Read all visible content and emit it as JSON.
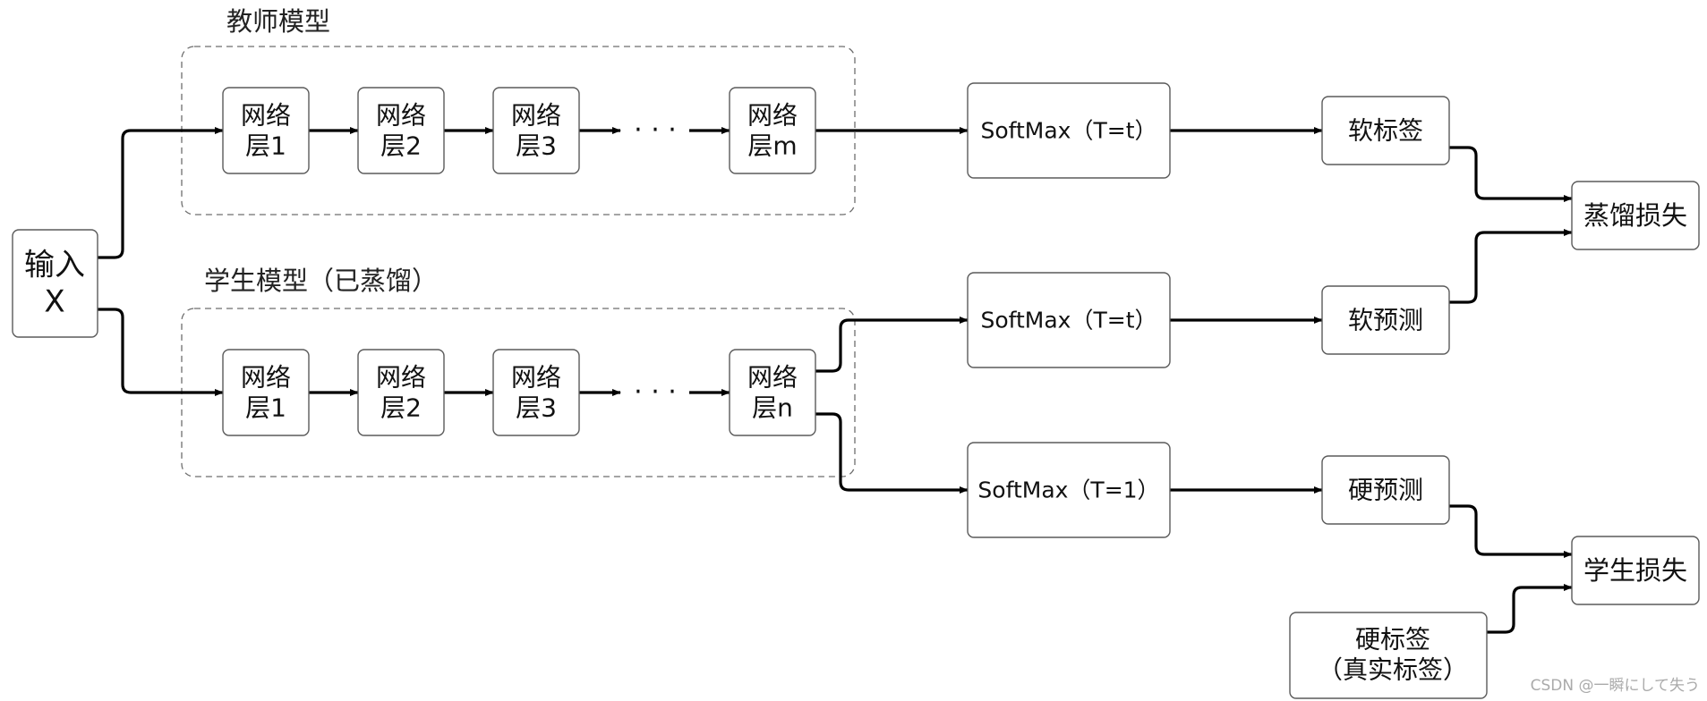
{
  "groups": {
    "teacher": {
      "title": "教师模型"
    },
    "student": {
      "title": "学生模型（已蒸馏）"
    }
  },
  "nodes": {
    "input": {
      "lines": [
        "输入",
        "X"
      ]
    },
    "t1": {
      "lines": [
        "网络",
        "层1"
      ]
    },
    "t2": {
      "lines": [
        "网络",
        "层2"
      ]
    },
    "t3": {
      "lines": [
        "网络",
        "层3"
      ]
    },
    "tm": {
      "lines": [
        "网络",
        "层m"
      ]
    },
    "s1": {
      "lines": [
        "网络",
        "层1"
      ]
    },
    "s2": {
      "lines": [
        "网络",
        "层2"
      ]
    },
    "s3": {
      "lines": [
        "网络",
        "层3"
      ]
    },
    "sn": {
      "lines": [
        "网络",
        "层n"
      ]
    },
    "softmax_teacher": {
      "lines": [
        "SoftMax（T=t）"
      ]
    },
    "softmax_student_soft": {
      "lines": [
        "SoftMax（T=t）"
      ]
    },
    "softmax_student_hard": {
      "lines": [
        "SoftMax（T=1）"
      ]
    },
    "soft_label": {
      "lines": [
        "软标签"
      ]
    },
    "soft_pred": {
      "lines": [
        "软预测"
      ]
    },
    "hard_pred": {
      "lines": [
        "硬预测"
      ]
    },
    "hard_label": {
      "lines": [
        "硬标签",
        "（真实标签）"
      ]
    },
    "distill_loss": {
      "lines": [
        "蒸馏损失"
      ]
    },
    "student_loss": {
      "lines": [
        "学生损失"
      ]
    }
  },
  "ellipsis": "· · ·",
  "watermark": "CSDN @一瞬にして失う"
}
